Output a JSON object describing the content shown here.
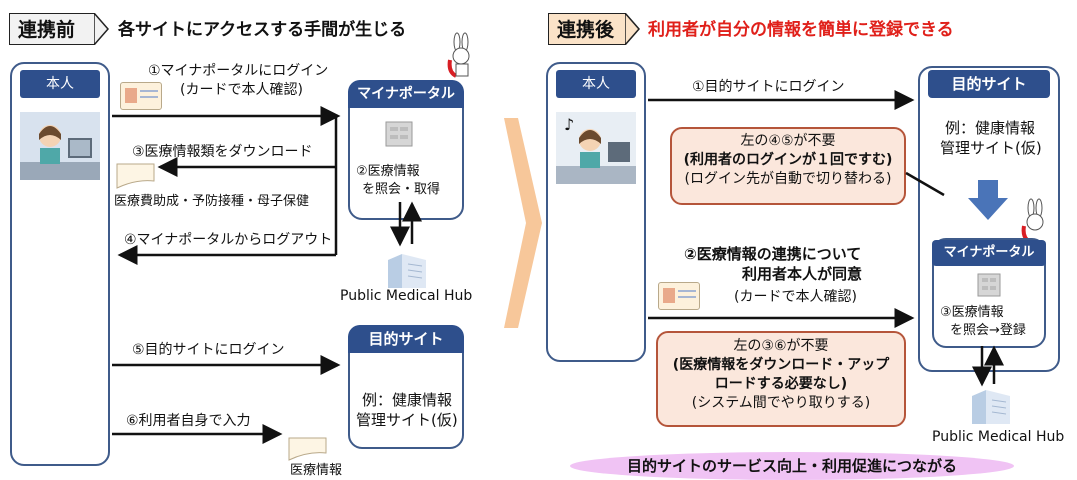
{
  "left": {
    "tag": "連携前",
    "headline": "各サイトにアクセスする手間が生じる",
    "person_label": "本人",
    "step1_line1": "①マイナポータルにログイン",
    "step1_line2": "(カードで本人確認)",
    "portal_header": "マイナポータル",
    "step2_line1": "②医療情報",
    "step2_line2": "を照会・取得",
    "step3": "③医療情報類をダウンロード",
    "doc_caption": "医療費助成・予防接種・母子保健",
    "step4": "④マイナポータルからログアウト",
    "hub_label": "Public Medical Hub",
    "step5": "⑤目的サイトにログイン",
    "target_header": "目的サイト",
    "target_line1": "例：健康情報",
    "target_line2": "管理サイト(仮)",
    "step6": "⑥利用者自身で入力",
    "doc2_caption": "医療情報"
  },
  "right": {
    "tag": "連携後",
    "headline": "利用者が自分の情報を簡単に登録できる",
    "person_label": "本人",
    "step1": "①目的サイトにログイン",
    "target_header": "目的サイト",
    "target_line1": "例：健康情報",
    "target_line2": "管理サイト(仮)",
    "callout1_line1": "左の④⑤が不要",
    "callout1_line2": "(利用者のログインが１回ですむ)",
    "callout1_line3": "(ログイン先が自動で切り替わる)",
    "step2_line1": "②医療情報の連携について",
    "step2_line2": "利用者本人が同意",
    "step2_line3": "(カードで本人確認)",
    "portal_header": "マイナポータル",
    "step3_line1": "③医療情報",
    "step3_line2": "を照会→登録",
    "callout2_line1": "左の③⑥が不要",
    "callout2_line2": "(医療情報をダウンロード・アップ",
    "callout2_line3": "ロードする必要なし)",
    "callout2_line4": "(システム間でやり取りする)",
    "hub_label": "Public Medical Hub",
    "bottom_banner": "目的サイトのサービス向上・利用促進につながる"
  },
  "colors": {
    "navy": "#2e4f8c",
    "red_headline": "#e0201a",
    "callout_fill": "#fbe7dc",
    "banner_fill": "#f0c3f4",
    "big_arrow": "#f7c79a"
  }
}
